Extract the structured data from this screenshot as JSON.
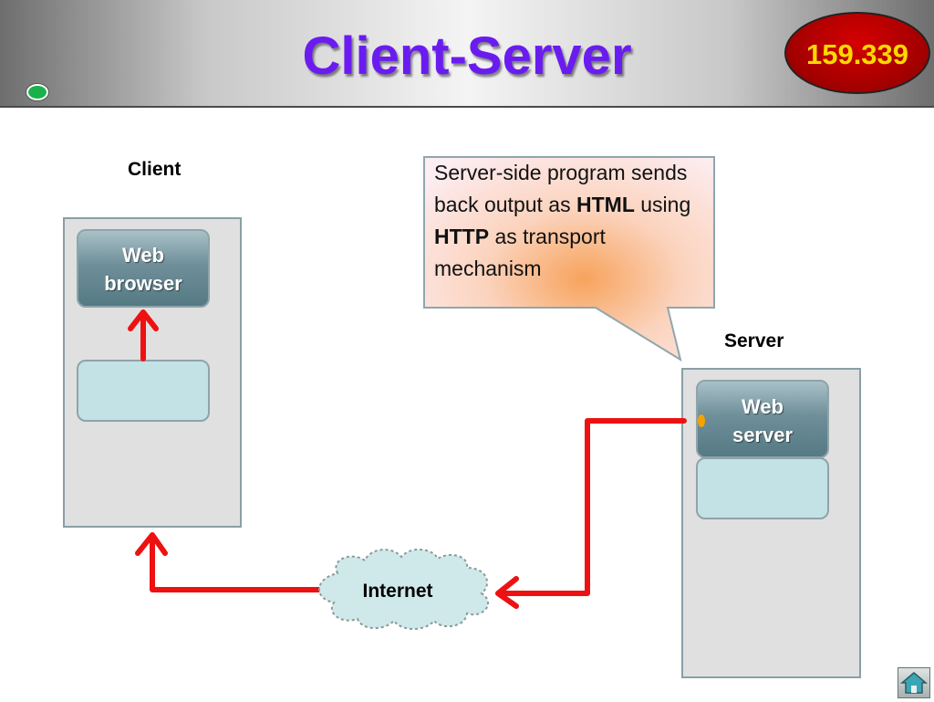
{
  "header": {
    "title": "Client-Server",
    "course_number": "159.339"
  },
  "diagram": {
    "client_label": "Client",
    "server_label": "Server",
    "client_app": {
      "line1": "Web",
      "line2": "browser"
    },
    "server_app": {
      "line1": "Web",
      "line2": "server"
    },
    "network_label": "Internet",
    "callout": {
      "part1": "Server-side program sends back output as ",
      "bold1": "HTML",
      "part2": " using ",
      "bold2": "HTTP",
      "part3": " as transport mechanism"
    }
  },
  "colors": {
    "title": "#6a1cf0",
    "badge_fill": "#c00000",
    "badge_text": "#ffd800",
    "arrow": "#ee1111",
    "machine_fill": "#e0e0e0",
    "cloud_fill": "#cfe8ea"
  },
  "icons": {
    "nav_dot": "green-dot-icon",
    "home": "home-icon"
  }
}
